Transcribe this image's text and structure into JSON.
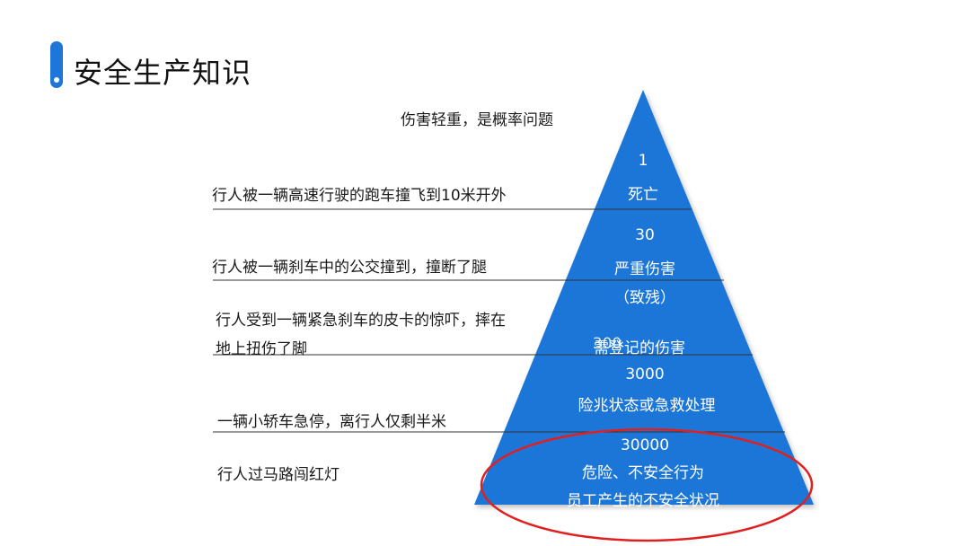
{
  "slide": {
    "title": "安全生产知识",
    "top_caption": "伤害轻重，是概率问题"
  },
  "colors": {
    "accent": "#1e76d8",
    "pyramid_fill": "#1e76d8",
    "ellipse_stroke": "#e02020"
  },
  "levels": [
    {
      "count": "1",
      "label": "死亡",
      "example": "行人被一辆高速行驶的跑车撞飞到10米开外"
    },
    {
      "count": "30",
      "label": "严重伤害",
      "label2": "（致残）",
      "example": "行人被一辆刹车中的公交撞到，撞断了腿"
    },
    {
      "count": "300",
      "label": "需登记的伤害",
      "example_line1": "行人受到一辆紧急刹车的皮卡的惊吓，摔在",
      "example_line2": "地上扭伤了脚"
    },
    {
      "count": "3000",
      "label": "险兆状态或急救处理",
      "example": "一辆小轿车急停，离行人仅剩半米"
    },
    {
      "count": "30000",
      "label": "危险、不安全行为",
      "label2": "员工产生的不安全状况",
      "example": "行人过马路闯红灯"
    }
  ]
}
